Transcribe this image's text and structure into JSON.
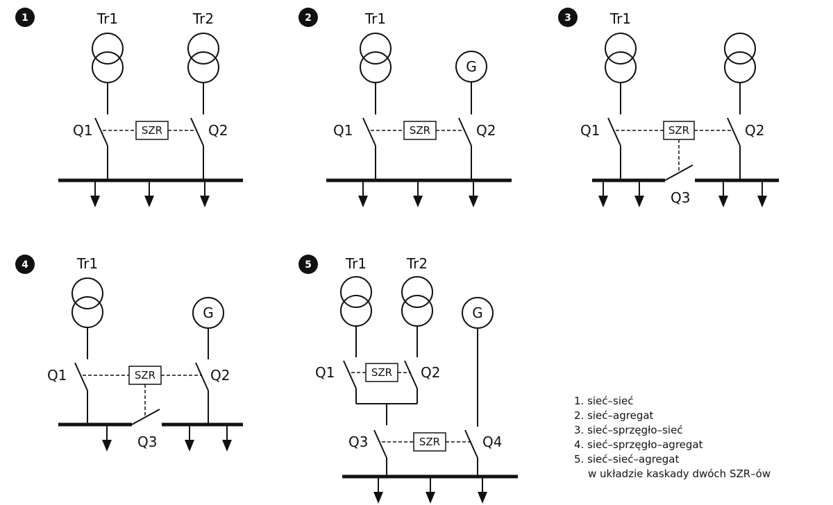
{
  "diagrams": [
    {
      "number": "1",
      "tr1": "Tr1",
      "tr2": "Tr2",
      "q1": "Q1",
      "q2": "Q2",
      "szr": "SZR"
    },
    {
      "number": "2",
      "tr1": "Tr1",
      "gen": "G",
      "q1": "Q1",
      "q2": "Q2",
      "szr": "SZR"
    },
    {
      "number": "3",
      "tr1": "Tr1",
      "q1": "Q1",
      "q2": "Q2",
      "q3": "Q3",
      "szr": "SZR"
    },
    {
      "number": "4",
      "tr1": "Tr1",
      "gen": "G",
      "q1": "Q1",
      "q2": "Q2",
      "q3": "Q3",
      "szr": "SZR"
    },
    {
      "number": "5",
      "tr1": "Tr1",
      "tr2": "Tr2",
      "gen": "G",
      "q1": "Q1",
      "q2": "Q2",
      "q3": "Q3",
      "q4": "Q4",
      "szr_top": "SZR",
      "szr_bottom": "SZR"
    }
  ],
  "legend": [
    "1. sieć–sieć",
    "2. sieć–agregat",
    "3. sieć–sprzęgło–sieć",
    "4. sieć–sprzęgło–agregat",
    "5. sieć–sieć–agregat",
    "w układzie kaskady dwóch SZR–ów"
  ]
}
